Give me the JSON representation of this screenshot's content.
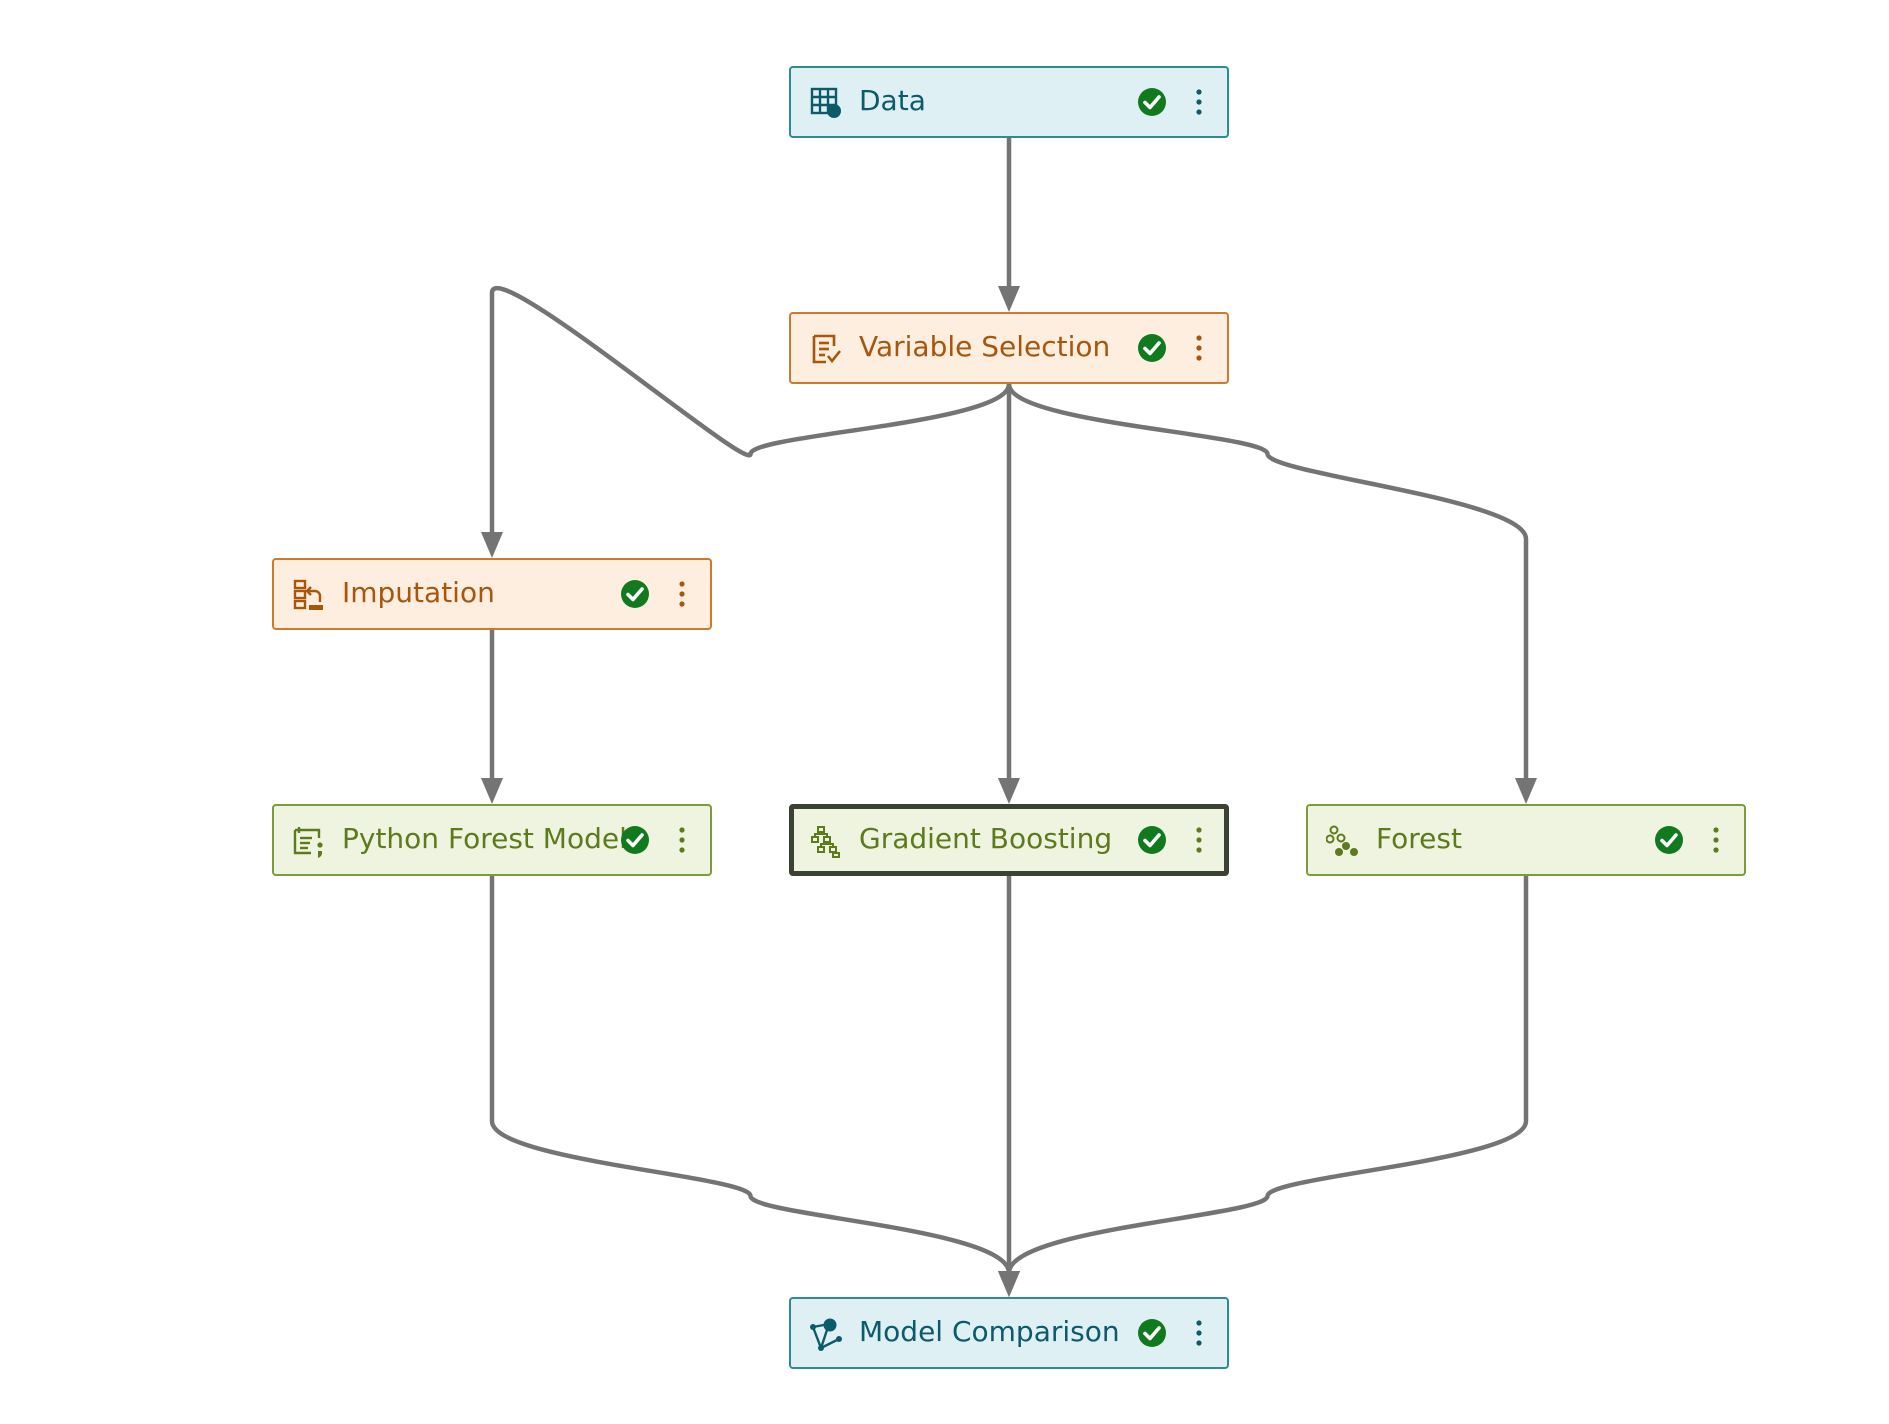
{
  "nodes": [
    {
      "id": "data",
      "label": "Data",
      "icon": "table-data-icon",
      "status": "completed",
      "category": "data"
    },
    {
      "id": "variable-selection",
      "label": "Variable Selection",
      "icon": "variable-selection-icon",
      "status": "completed",
      "category": "data-mining-preprocessing"
    },
    {
      "id": "imputation",
      "label": "Imputation",
      "icon": "imputation-icon",
      "status": "completed",
      "category": "data-mining-preprocessing"
    },
    {
      "id": "python-forest-model",
      "label": "Python Forest Model",
      "icon": "code-node-icon",
      "status": "completed",
      "category": "supervised-learning"
    },
    {
      "id": "gradient-boosting",
      "label": "Gradient Boosting",
      "icon": "gradient-boosting-icon",
      "status": "completed",
      "category": "supervised-learning",
      "selected": true
    },
    {
      "id": "forest",
      "label": "Forest",
      "icon": "forest-icon",
      "status": "completed",
      "category": "supervised-learning"
    },
    {
      "id": "model-comparison",
      "label": "Model Comparison",
      "icon": "model-comparison-icon",
      "status": "completed",
      "category": "postprocessing"
    }
  ],
  "edges": [
    {
      "from": "data",
      "to": "variable-selection"
    },
    {
      "from": "variable-selection",
      "to": "imputation"
    },
    {
      "from": "variable-selection",
      "to": "gradient-boosting"
    },
    {
      "from": "variable-selection",
      "to": "forest"
    },
    {
      "from": "imputation",
      "to": "python-forest-model"
    },
    {
      "from": "python-forest-model",
      "to": "model-comparison"
    },
    {
      "from": "gradient-boosting",
      "to": "model-comparison"
    },
    {
      "from": "forest",
      "to": "model-comparison"
    }
  ],
  "colors": {
    "edge": "#747474",
    "status_complete": "#117a1e",
    "data_fill": "#def0f4",
    "data_border": "#2e8b92",
    "data_text": "#0c5a6a",
    "preprocess_fill": "#fdeee0",
    "preprocess_border": "#cc7a2b",
    "preprocess_text": "#a8560c",
    "model_fill": "#eef4df",
    "model_border": "#7c9c3b",
    "model_text": "#5d7a1c",
    "selected_border": "#3a4233"
  }
}
